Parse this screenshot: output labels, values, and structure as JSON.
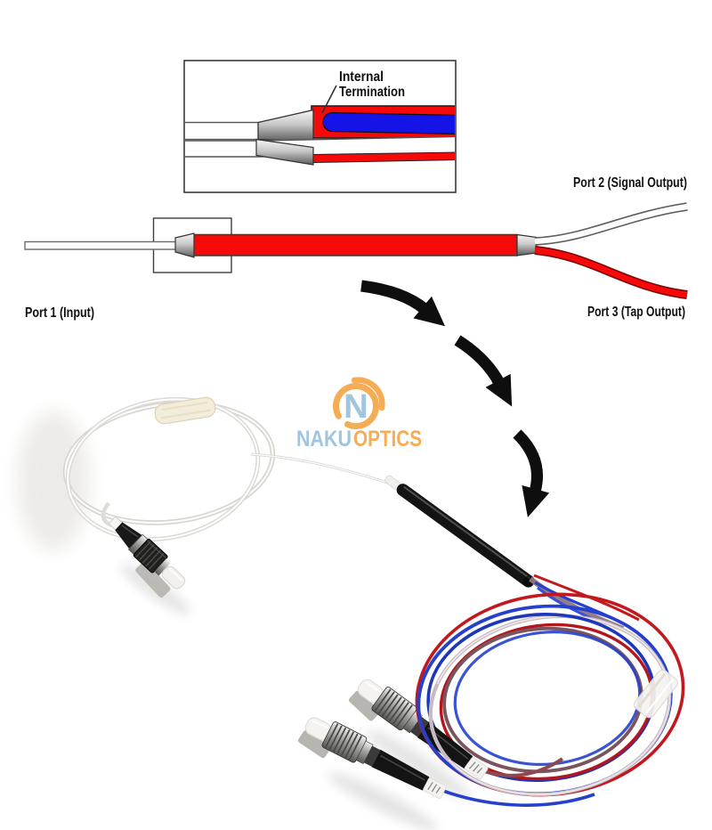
{
  "figure": {
    "inset_callout": {
      "line1": "Internal",
      "line2": "Termination"
    },
    "ports": {
      "port1": "Port 1 (Input)",
      "port2": "Port 2 (Signal Output)",
      "port3": "Port 3 (Tap Output)"
    },
    "logo": {
      "monogram": "N",
      "word_blue": "NAKU",
      "word_orange": "OPTICS"
    }
  },
  "colors": {
    "background": "#ffffff",
    "fiber_red": "#f60909",
    "fiber_red_dark": "#7f0909",
    "core_blue": "#1414e6",
    "outline_dark": "#3a3a3a",
    "arrow": "#0e0e0e",
    "logo_orange": "#f5ad55",
    "logo_blue": "#9fc5e0",
    "photo_red": "#c2191f",
    "photo_blue": "#2540cd",
    "photo_gray": "#8d7780"
  }
}
